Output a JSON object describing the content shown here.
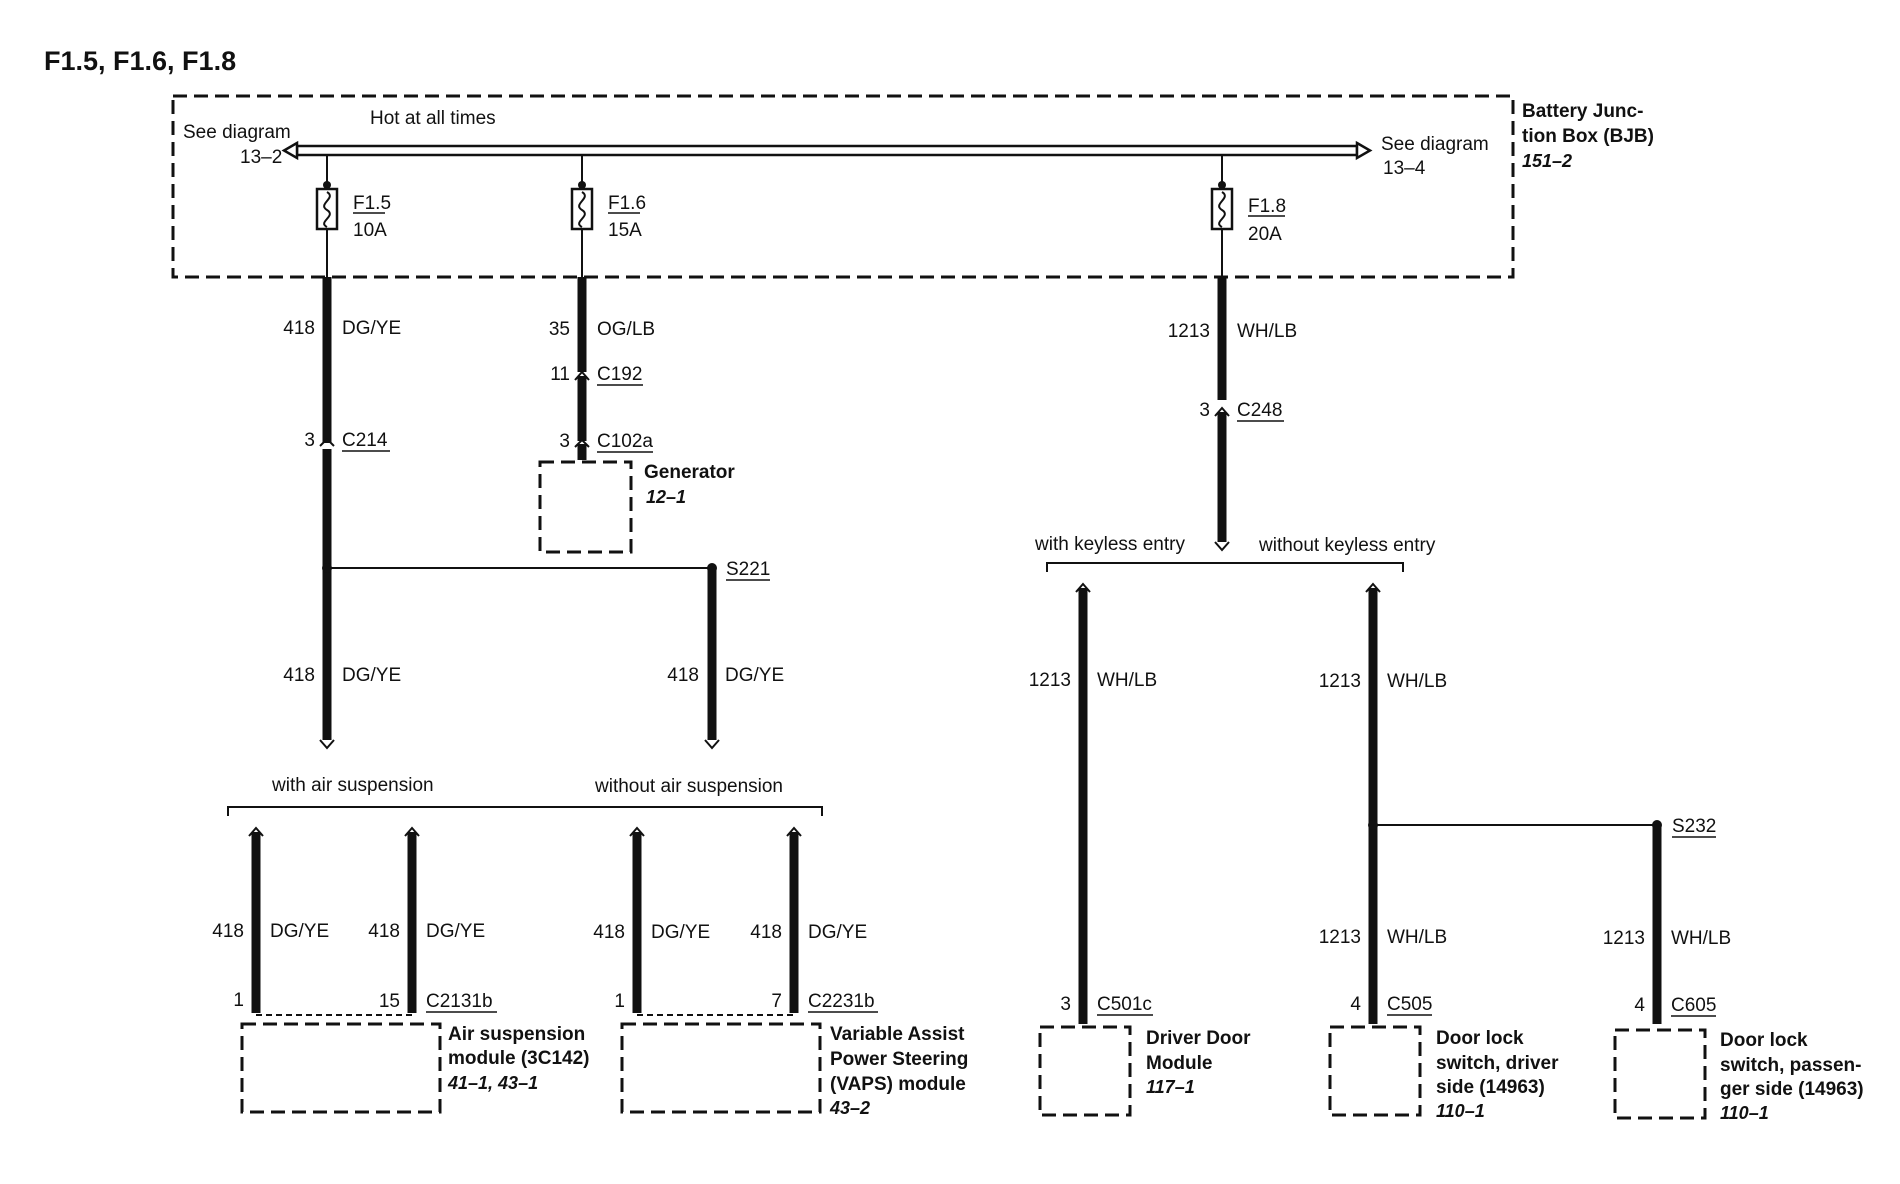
{
  "title": "F1.5, F1.6, F1.8",
  "bjb": {
    "label_line1": "Battery Junc-",
    "label_line2": "tion Box (BJB)",
    "ref": "151–2",
    "bus_label": "Hot at all times",
    "left_see": "See diagram",
    "left_ref": "13–2",
    "right_see": "See diagram",
    "right_ref": "13–4"
  },
  "fuses": {
    "f15": {
      "name": "F1.5",
      "rating": "10A"
    },
    "f16": {
      "name": "F1.6",
      "rating": "15A"
    },
    "f18": {
      "name": "F1.8",
      "rating": "20A"
    }
  },
  "circuits": {
    "c418": {
      "num": "418",
      "color": "DG/YE"
    },
    "c35": {
      "num": "35",
      "color": "OG/LB"
    },
    "c1213": {
      "num": "1213",
      "color": "WH/LB"
    }
  },
  "connectors": {
    "c214": {
      "pin": "3",
      "name": "C214"
    },
    "c192": {
      "pin": "11",
      "name": "C192"
    },
    "c102a": {
      "pin": "3",
      "name": "C102a"
    },
    "c248": {
      "pin": "3",
      "name": "C248"
    },
    "c2131b": {
      "pin_a": "1",
      "pin_b": "15",
      "name": "C2131b"
    },
    "c2231b": {
      "pin_a": "1",
      "pin_b": "7",
      "name": "C2231b"
    },
    "c501c": {
      "pin": "3",
      "name": "C501c"
    },
    "c505": {
      "pin": "4",
      "name": "C505"
    },
    "c605": {
      "pin": "4",
      "name": "C605"
    }
  },
  "splices": {
    "s221": "S221",
    "s232": "S232"
  },
  "branches": {
    "with_air": "with air suspension",
    "without_air": "without air suspension",
    "with_keyless": "with keyless entry",
    "without_keyless": "without keyless entry"
  },
  "components": {
    "generator": {
      "name": "Generator",
      "ref": "12–1"
    },
    "air_module": {
      "line1": "Air suspension",
      "line2": "module (3C142)",
      "ref": "41–1, 43–1"
    },
    "vaps": {
      "line1": "Variable Assist",
      "line2": "Power Steering",
      "line3": "(VAPS) module",
      "ref": "43–2"
    },
    "driver_door": {
      "line1": "Driver Door",
      "line2": "Module",
      "ref": "117–1"
    },
    "door_lock_driver": {
      "line1": "Door lock",
      "line2": "switch, driver",
      "line3": "side (14963)",
      "ref": "110–1"
    },
    "door_lock_pass": {
      "line1": "Door lock",
      "line2": "switch, passen-",
      "line3": "ger side (14963)",
      "ref": "110–1"
    }
  }
}
